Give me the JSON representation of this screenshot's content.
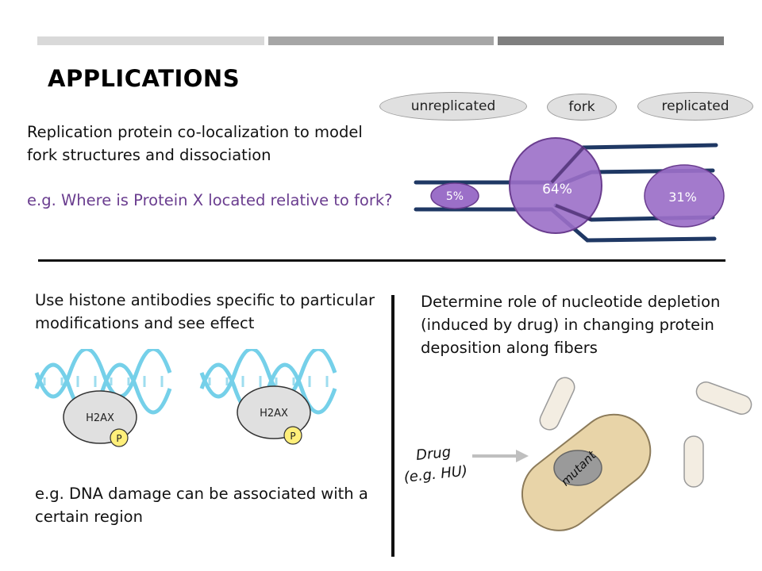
{
  "slide": {
    "title": "APPLICATIONS",
    "top_bar_colors": [
      "#d9d9d9",
      "#a6a6a6",
      "#7f7f7f"
    ]
  },
  "fork_section": {
    "text_line1": "Replication protein co-localization to model",
    "text_line2": "fork structures and dissociation",
    "example": "e.g. Where is Protein X located relative to fork?",
    "labels": {
      "unreplicated": "unreplicated",
      "fork": "fork",
      "replicated": "replicated"
    },
    "percentages": {
      "unreplicated": "5%",
      "fork": "64%",
      "replicated": "31%"
    },
    "colors": {
      "strand": "#1f3864",
      "circle_fill": "#9b6fc8",
      "circle_stroke": "#6a3d8f"
    }
  },
  "histone_section": {
    "text_line1": "Use histone antibodies specific to particular",
    "text_line2": "modifications and see effect",
    "protein_label": "H2AX",
    "phospho_label": "P",
    "example_line1": "e.g. DNA damage can be associated with a",
    "example_line2": "certain region",
    "colors": {
      "dna": "#5ec8e6",
      "protein": "#e0e0e0",
      "phospho": "#ffef7a"
    }
  },
  "drug_section": {
    "text_line1": "Determine role of nucleotide depletion",
    "text_line2": "(induced by drug) in changing protein",
    "text_line3": "deposition along fibers",
    "drug_label_line1": "Drug",
    "drug_label_line2": "(e.g. HU)",
    "cell_label": "mutant",
    "colors": {
      "cell": "#e8d4a8",
      "cell_stroke": "#8c7b5a",
      "small_cells": "#f3ede2"
    }
  }
}
